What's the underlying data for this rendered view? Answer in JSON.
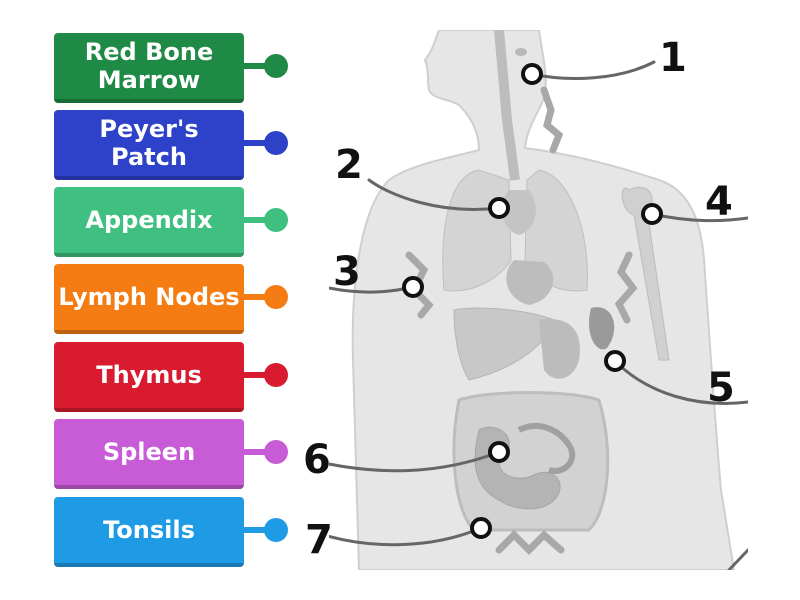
{
  "labels": [
    {
      "text": "Red Bone Marrow",
      "color": "#1f8a45"
    },
    {
      "text": "Peyer's Patch",
      "color": "#2d41c9"
    },
    {
      "text": "Appendix",
      "color": "#3fbf80"
    },
    {
      "text": "Lymph Nodes",
      "color": "#f57c12"
    },
    {
      "text": "Thymus",
      "color": "#d81b2f"
    },
    {
      "text": "Spleen",
      "color": "#c85bd6"
    },
    {
      "text": "Tonsils",
      "color": "#1f9be6"
    }
  ],
  "markers": [
    "1",
    "2",
    "3",
    "4",
    "5",
    "6",
    "7"
  ],
  "diagram": {
    "figure": "human-body-lymphatic-organs"
  }
}
